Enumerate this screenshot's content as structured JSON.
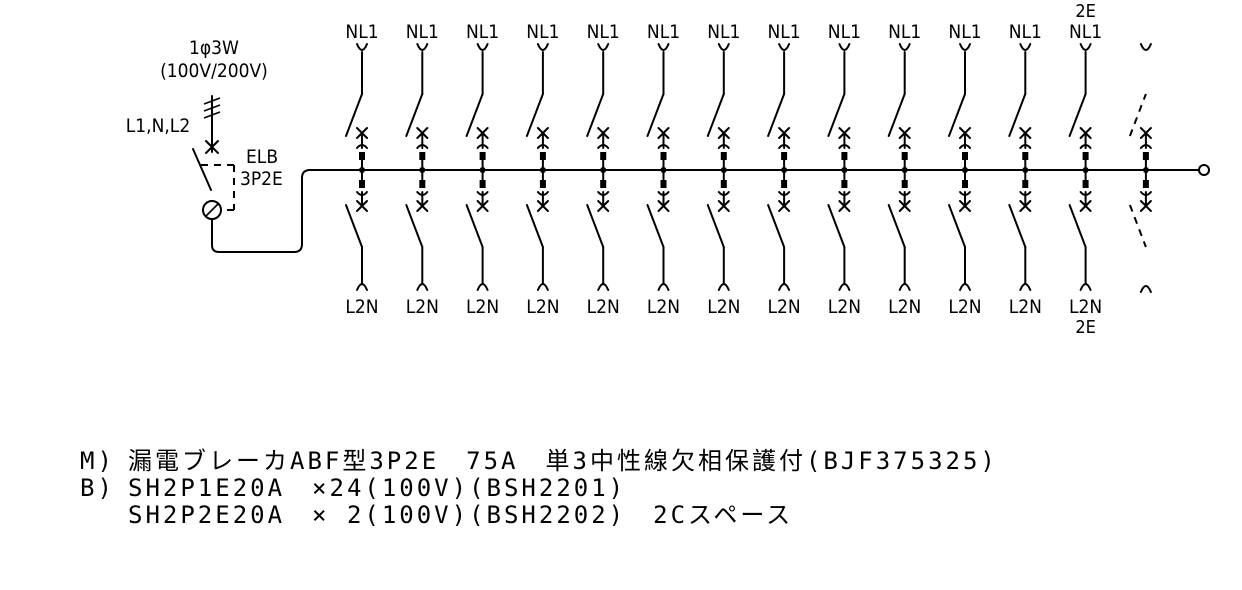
{
  "supply": {
    "phase_label": "1φ3W",
    "voltage_label": "(100V/200V)",
    "lines_label": "L1,N,L2"
  },
  "main_breaker": {
    "label_line1": "ELB",
    "label_line2": "3P2E"
  },
  "branches": [
    {
      "top_label": "NL1",
      "bottom_label": "L2N"
    },
    {
      "top_label": "NL1",
      "bottom_label": "L2N"
    },
    {
      "top_label": "NL1",
      "bottom_label": "L2N"
    },
    {
      "top_label": "NL1",
      "bottom_label": "L2N"
    },
    {
      "top_label": "NL1",
      "bottom_label": "L2N"
    },
    {
      "top_label": "NL1",
      "bottom_label": "L2N"
    },
    {
      "top_label": "NL1",
      "bottom_label": "L2N"
    },
    {
      "top_label": "NL1",
      "bottom_label": "L2N"
    },
    {
      "top_label": "NL1",
      "bottom_label": "L2N"
    },
    {
      "top_label": "NL1",
      "bottom_label": "L2N"
    },
    {
      "top_label": "NL1",
      "bottom_label": "L2N"
    },
    {
      "top_label": "NL1",
      "bottom_label": "L2N"
    },
    {
      "top_label": "NL1",
      "top_extra": "2E",
      "bottom_label": "L2N",
      "bottom_extra": "2E"
    },
    {
      "top_label": "",
      "bottom_label": "",
      "spare": true
    }
  ],
  "notes": {
    "line1_tag": "M)",
    "line1_text": "漏電ブレーカABF型3P2E　75A　単3中性線欠相保護付(BJF375325)",
    "line2_tag": "B)",
    "line2_text": "SH2P1E20A　×24(100V)(BSH2201)",
    "line3_text": "SH2P2E20A　× 2(100V)(BSH2202)　2Cスペース"
  }
}
